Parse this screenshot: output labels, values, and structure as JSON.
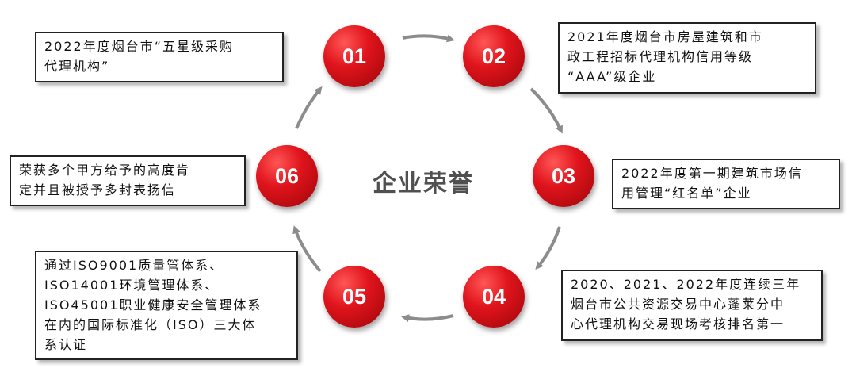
{
  "center_title": "企业荣誉",
  "nodes": [
    {
      "number": "01",
      "text": "2022年度烟台市“五星级采购\n代理机构”"
    },
    {
      "number": "02",
      "text": "2021年度烟台市房屋建筑和市\n政工程招标代理机构信用等级\n“AAA”级企业"
    },
    {
      "number": "03",
      "text": "2022年度第一期建筑市场信\n用管理“红名单”企业"
    },
    {
      "number": "04",
      "text": "2020、2021、2022年度连续三年\n烟台市公共资源交易中心蓬莱分中\n心代理机构交易现场考核排名第一"
    },
    {
      "number": "05",
      "text": "通过ISO9001质量管体系、\nISO14001环境管理体系、\nISO45001职业健康安全管理体系\n在内的国际标准化（ISO）三大体\n系认证"
    },
    {
      "number": "06",
      "text": "荣获多个甲方给予的高度肯\n定并且被授予多封表扬信"
    }
  ],
  "colors": {
    "circle": "#d7141c",
    "arrow": "#8c8c8c",
    "title": "#505050"
  }
}
